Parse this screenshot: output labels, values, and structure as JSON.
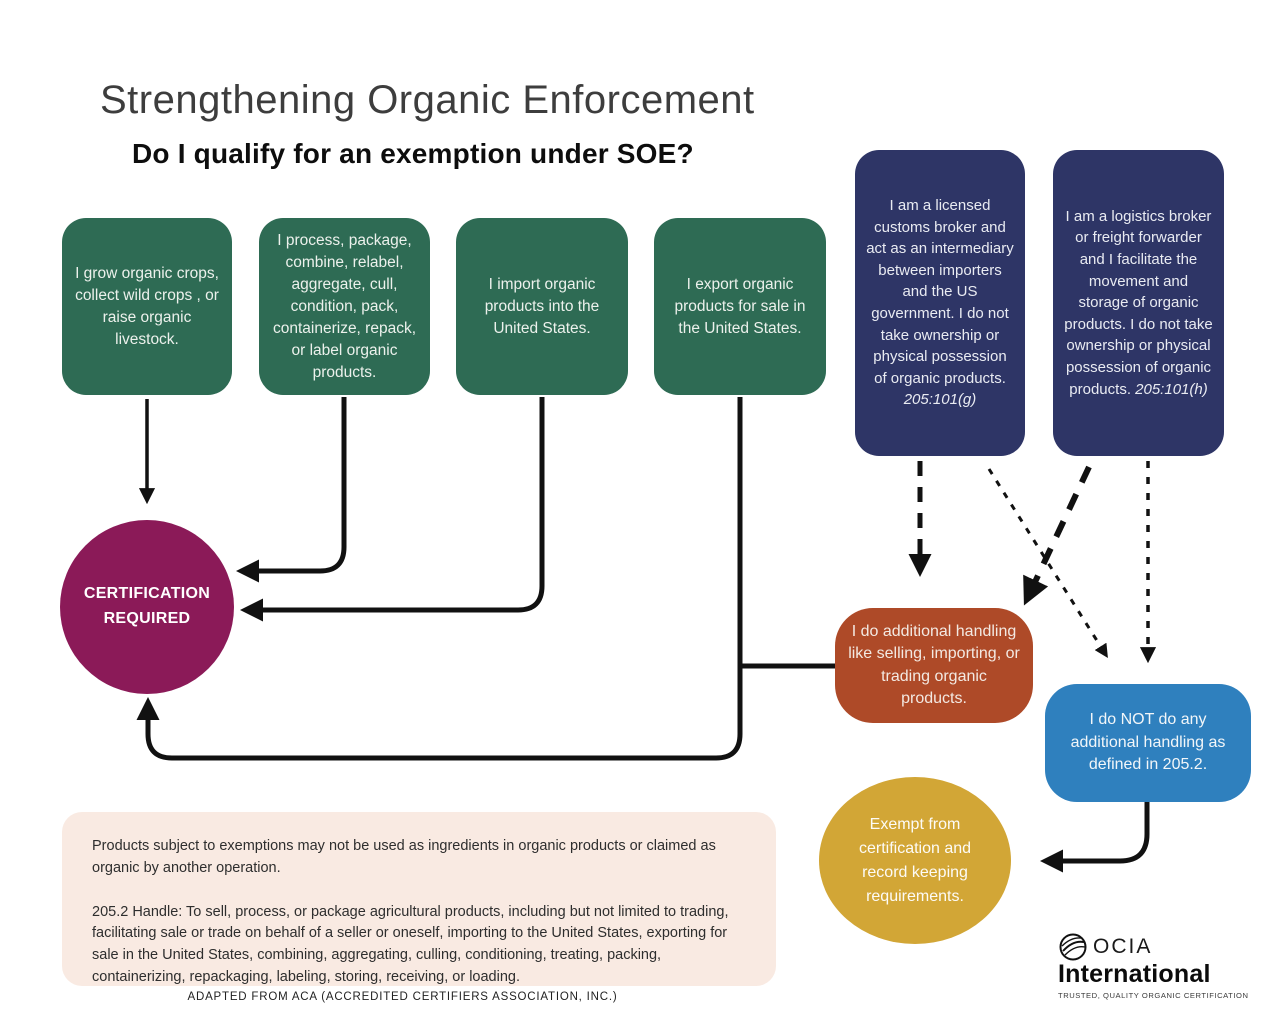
{
  "colors": {
    "green": "#2E6B54",
    "navy": "#2E3566",
    "maroon": "#8B1A58",
    "orange": "#AE4A28",
    "blue": "#2F80BE",
    "gold": "#D2A636",
    "cream": "#F9EAE2",
    "ink": "#3D3D3D",
    "line": "#111111"
  },
  "header": {
    "title": "Strengthening Organic Enforcement",
    "subtitle": "Do I qualify for an exemption under SOE?"
  },
  "nodes": {
    "grow": "I grow organic crops, collect wild crops , or raise organic livestock.",
    "process": "I process, package, combine, relabel, aggregate, cull, condition, pack, containerize, repack, or label organic products.",
    "import_us": "I import organic products into the United States.",
    "export_us": "I export organic products for sale in the United States.",
    "customs_broker": {
      "text": "I am a licensed customs broker and act as an intermediary between importers and the US government. I do not take ownership or physical possession of organic products.",
      "cite": "205:101(g)"
    },
    "logistics_broker": {
      "text": "I am a logistics broker or freight forwarder and I facilitate the movement and storage of organic products. I do not take ownership or physical possession of organic products.",
      "cite": "205:101(h)"
    },
    "certification_required": "CERTIFICATION REQUIRED",
    "additional_handling": "I do additional handling like selling, importing, or trading organic products.",
    "no_additional_handling": "I do NOT do any additional handling as defined in 205.2.",
    "exempt": "Exempt from certification and record keeping requirements."
  },
  "notes": {
    "para1": "Products subject to exemptions may not be used as ingredients in organic products or claimed as organic by another operation.",
    "para2": "205.2 Handle: To sell, process, or package agricultural products, including but not limited to trading, facilitating sale or trade on behalf of a seller or oneself, importing to the United States, exporting for sale in the United States, combining, aggregating, culling, conditioning, treating, packing, containerizing, repackaging, labeling, storing, receiving, or loading."
  },
  "credit": "ADAPTED FROM ACA (ACCREDITED CERTIFIERS ASSOCIATION, INC.)",
  "logo": {
    "acronym": "OCIA",
    "name": "International",
    "tagline": "TRUSTED, QUALITY ORGANIC CERTIFICATION"
  }
}
